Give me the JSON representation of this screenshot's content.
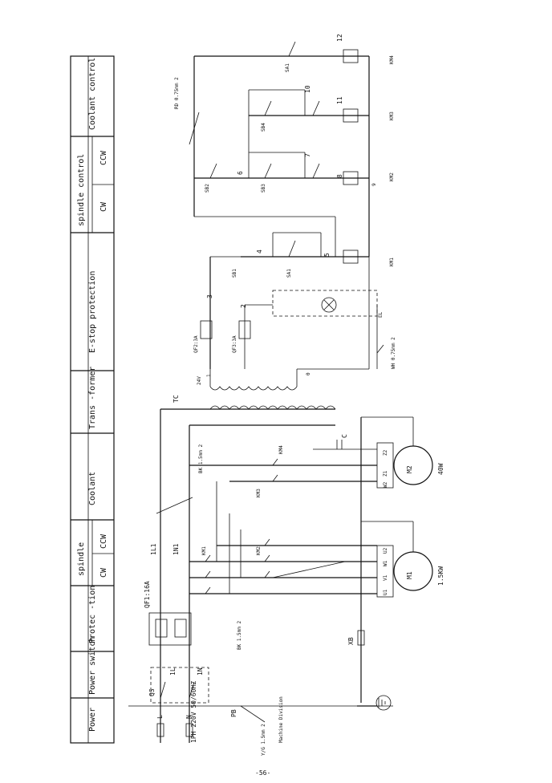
{
  "header_table": {
    "columns": [
      {
        "label": "Power"
      },
      {
        "label": "Power switch"
      },
      {
        "label": "Protec -tion"
      },
      {
        "label": "spindle",
        "sub": [
          "CW",
          "CCW"
        ]
      },
      {
        "label": "Coolant"
      },
      {
        "label": "Trans -former"
      },
      {
        "label": "E-stop protection"
      },
      {
        "label": "spindle control",
        "sub": [
          "CW",
          "CCW"
        ]
      },
      {
        "label": "Coolant control"
      }
    ]
  },
  "labels": {
    "supply": "1PH 220V 50/60HZ",
    "L": "L",
    "N": "N",
    "PB": "PB",
    "QS": "QS",
    "1L": "1L",
    "1N": "1N",
    "QF1": "QF1:16A",
    "1L1": "1L1",
    "1N1": "1N1",
    "XB": "XB",
    "YG": "Y/G 1.5mm 2",
    "machine": "Machine Division",
    "BK1": "BK 1.5mm 2",
    "BK2": "BK 1.5mm 2",
    "KM1": "KM1",
    "KM2": "KM2",
    "KM3": "KM3",
    "KM4": "KM4",
    "M1": "M1",
    "M1_power": "1.5KW",
    "M2": "M2",
    "M2_power": "40W",
    "C": "C",
    "TC": "TC",
    "t24": "24V",
    "t1": "1",
    "t0": "0",
    "QF2": "QF2:3A",
    "QF3": "QF3:3A",
    "SB1": "SB1",
    "SA1": "SA1",
    "SB2": "SB2",
    "SB3": "SB3",
    "SB4": "SB4",
    "SA1b": "SA1",
    "EL": "EL",
    "WH": "WH 0.75mm 2",
    "RD": "RD 0.75mm 2",
    "n2": "2",
    "n3": "3",
    "n4": "4",
    "n5": "5",
    "n6": "6",
    "n7": "7",
    "n8": "8",
    "n9": "9",
    "n10": "10",
    "n11": "11",
    "n12": "12",
    "u1": "U1",
    "v1": "V1",
    "w1": "W1",
    "u2": "U2",
    "z1": "Z1",
    "z2": "Z2",
    "w2": "W2",
    "page": "-56-"
  }
}
